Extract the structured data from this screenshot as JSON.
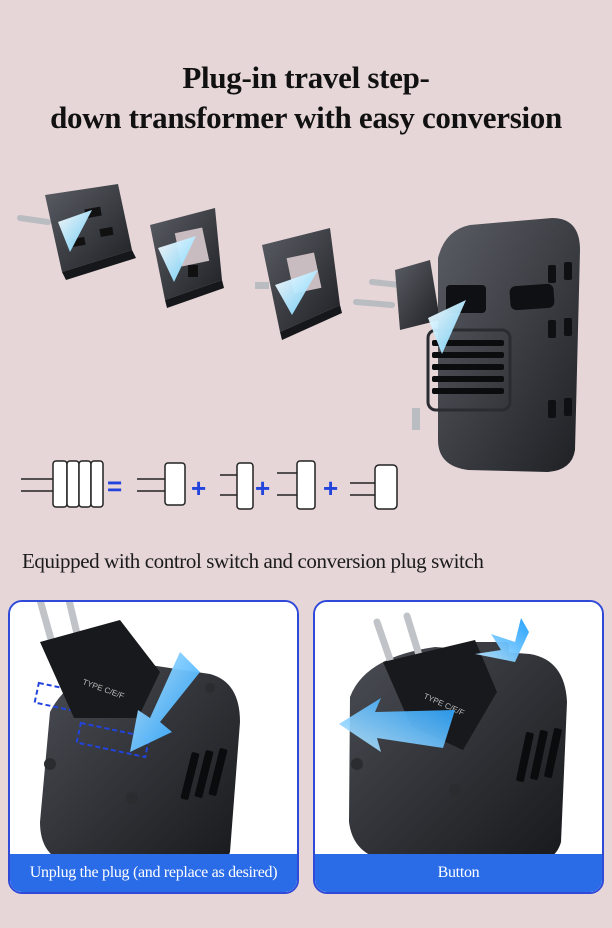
{
  "title": {
    "line1": "Plug-in travel step-",
    "line2": "down transformer with easy conversion"
  },
  "subtitle": "Equipped with control switch and conversion plug switch",
  "cards": [
    {
      "caption": "Unplug the plug (and replace as desired)",
      "plug_label": "TYPE C/E/F"
    },
    {
      "caption": "Button",
      "plug_label": "TYPE C/E/F"
    }
  ],
  "equation": {
    "equals": "=",
    "plus": "+"
  },
  "colors": {
    "background": "#e6d6d8",
    "accent": "#2a6ce8",
    "card_border": "#2f49d8",
    "plus_sign": "#2244dd"
  },
  "icons": [
    "plug-adapter-icon",
    "arrow-icon",
    "usb-port-icon"
  ]
}
